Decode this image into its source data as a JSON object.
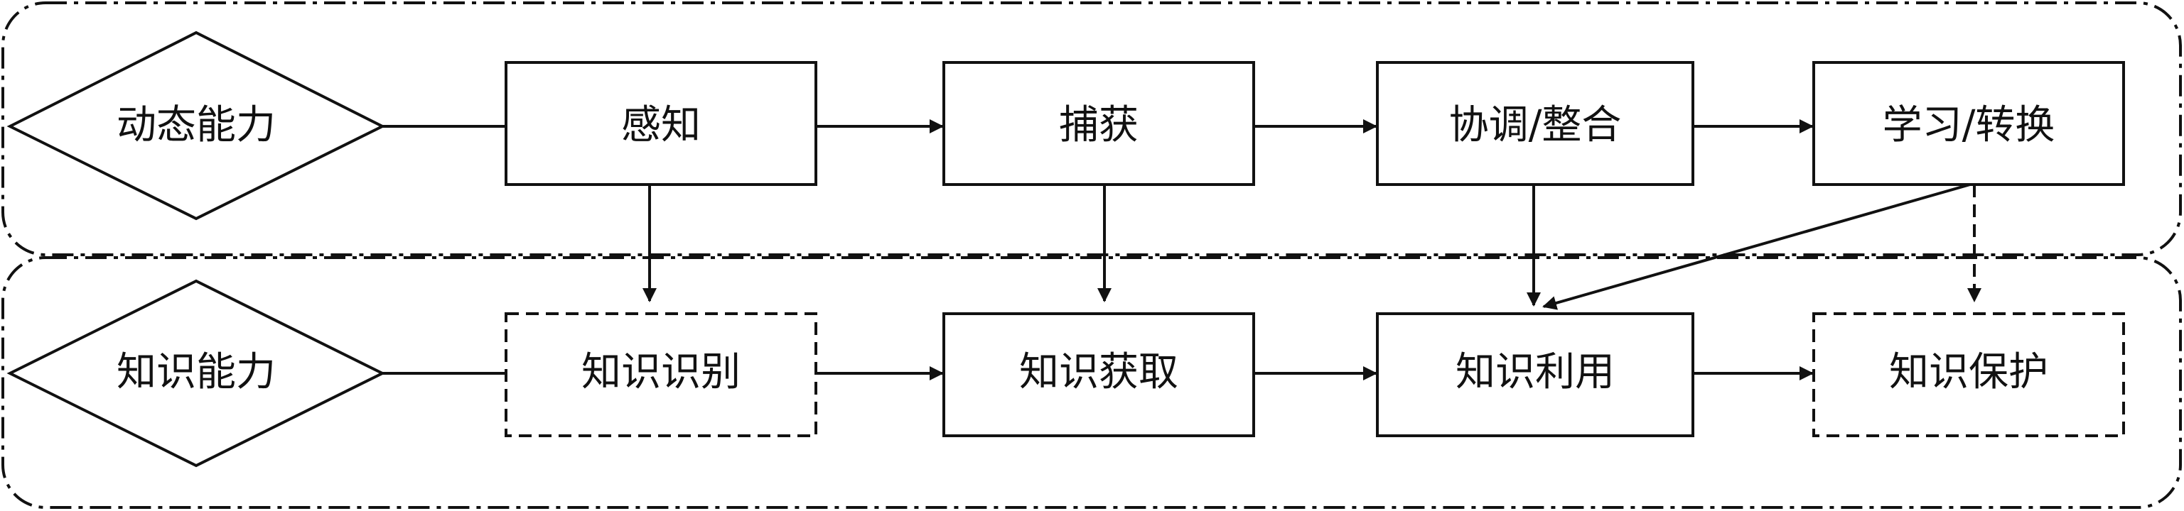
{
  "top_row": {
    "label": "动态能力",
    "steps": [
      "感知",
      "捕获",
      "协调/整合",
      "学习/转换"
    ]
  },
  "bottom_row": {
    "label": "知识能力",
    "steps": [
      "知识识别",
      "知识获取",
      "知识利用",
      "知识保护"
    ]
  }
}
